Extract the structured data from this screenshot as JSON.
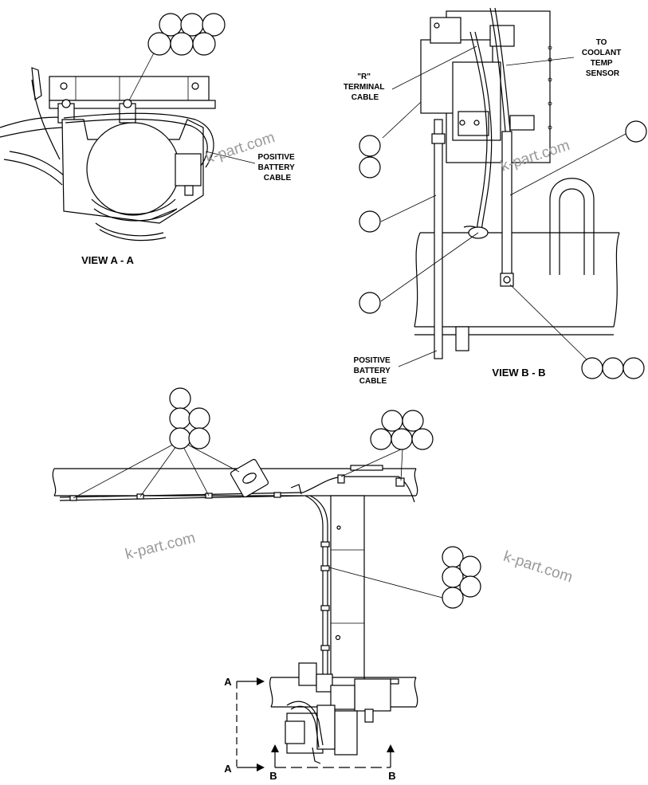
{
  "view_a_a": {
    "caption": "VIEW A - A",
    "positive_battery_cable": [
      "POSITIVE",
      "BATTERY",
      "CABLE"
    ]
  },
  "view_b_b": {
    "caption": "VIEW B - B",
    "r_terminal_cable": [
      "\"R\"",
      "TERMINAL",
      "CABLE"
    ],
    "to_coolant_temp_sensor": [
      "TO",
      "COOLANT",
      "TEMP",
      "SENSOR"
    ],
    "positive_battery_cable": [
      "POSITIVE",
      "BATTERY",
      "CABLE"
    ]
  },
  "section_markers": {
    "a": "A",
    "b": "B"
  },
  "watermark": "k-part.com"
}
